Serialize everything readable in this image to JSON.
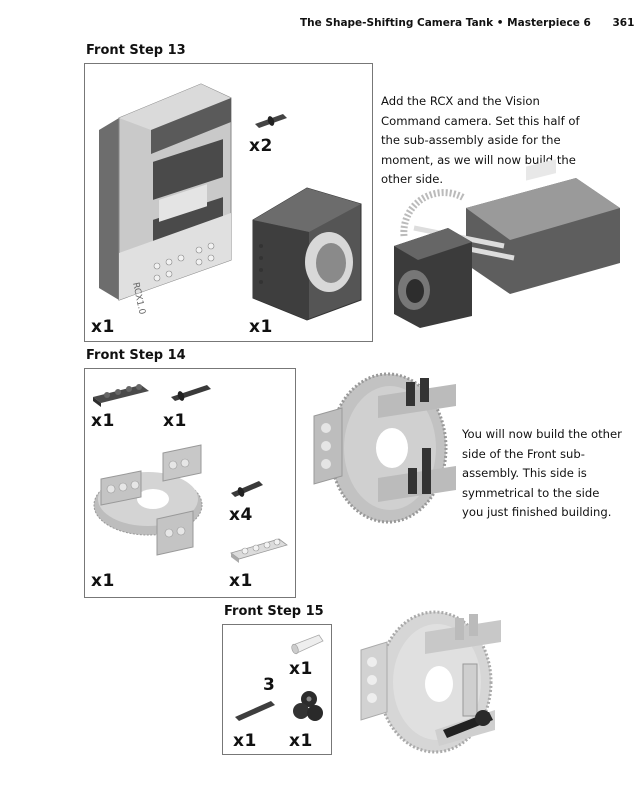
{
  "header": {
    "book_section": "The Shape-Shifting Camera Tank",
    "separator": "•",
    "chapter": "Masterpiece 6",
    "page_number": "361"
  },
  "steps": [
    {
      "title": "Front Step 13",
      "parts": [
        {
          "name": "RCX 1.0 brick",
          "qty": "x1",
          "label": "RCX1.0"
        },
        {
          "name": "Friction pin",
          "qty": "x2"
        },
        {
          "name": "Vision Command camera",
          "qty": "x1"
        }
      ],
      "instruction": "Add the RCX and the Vision Command camera. Set this half of the sub-assembly aside for the moment, as we will now build the other side."
    },
    {
      "title": "Front Step 14",
      "parts": [
        {
          "name": "1x4 plate dark",
          "qty": "x1"
        },
        {
          "name": "Long friction pin",
          "qty": "x1"
        },
        {
          "name": "Turntable with bricks",
          "qty": "x1"
        },
        {
          "name": "Friction pin",
          "qty": "x4"
        },
        {
          "name": "1x4 plate light",
          "qty": "x1"
        }
      ],
      "instruction": "You will now build the other side of the Front sub-assembly. This side is symmetrical to the side you just finished building."
    },
    {
      "title": "Front Step 15",
      "parts": [
        {
          "name": "Bush / tube",
          "qty": "x1"
        },
        {
          "name": "Axle length 3",
          "qty": "x1",
          "length_label": "3"
        },
        {
          "name": "Cross block",
          "qty": "x1"
        }
      ]
    }
  ]
}
